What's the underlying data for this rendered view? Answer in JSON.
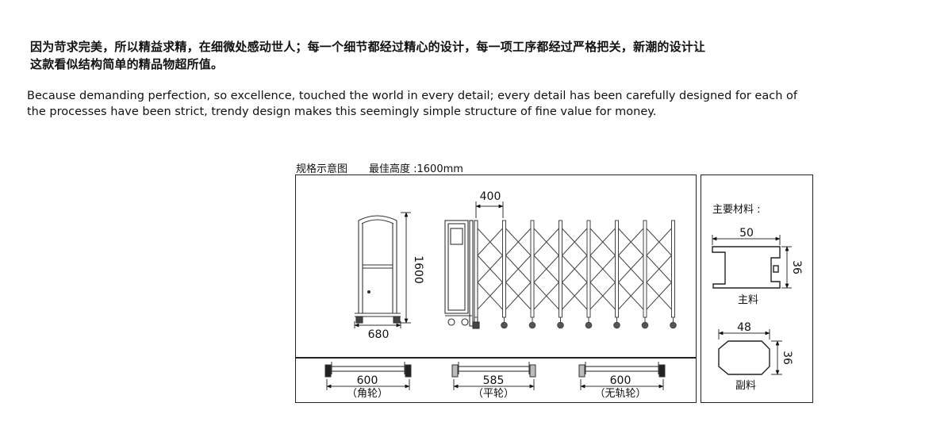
{
  "intro": {
    "zh_line1": "因为苛求完美，所以精益求精，在细微处感动世人；每一个细节都经过精心的设计，每一项工序都经过严格把关，新潮的设计让",
    "zh_line2": "这款看似结构简单的精品物超所值。",
    "en_line1": "Because demanding perfection, so excellence, touched the world in every detail; every detail has been carefully designed for each of",
    "en_line2": "the processes have been strict, trendy design makes this seemingly simple structure of fine value for money."
  },
  "spec": {
    "title": "规格示意图",
    "max_height": "最佳高度 :1600mm"
  },
  "gate": {
    "height_dim": "1600",
    "width_dim": "680",
    "section_dim": "400",
    "sections": 7
  },
  "wheels": [
    {
      "dim": "600",
      "label": "（角轮）"
    },
    {
      "dim": "585",
      "label": "（平轮）"
    },
    {
      "dim": "600",
      "label": "（无轨轮）"
    }
  ],
  "materials": {
    "title": "主要材料 :",
    "main": {
      "width": "50",
      "height": "36",
      "label": "主料"
    },
    "sub": {
      "width": "48",
      "height": "36",
      "label": "副料"
    }
  }
}
